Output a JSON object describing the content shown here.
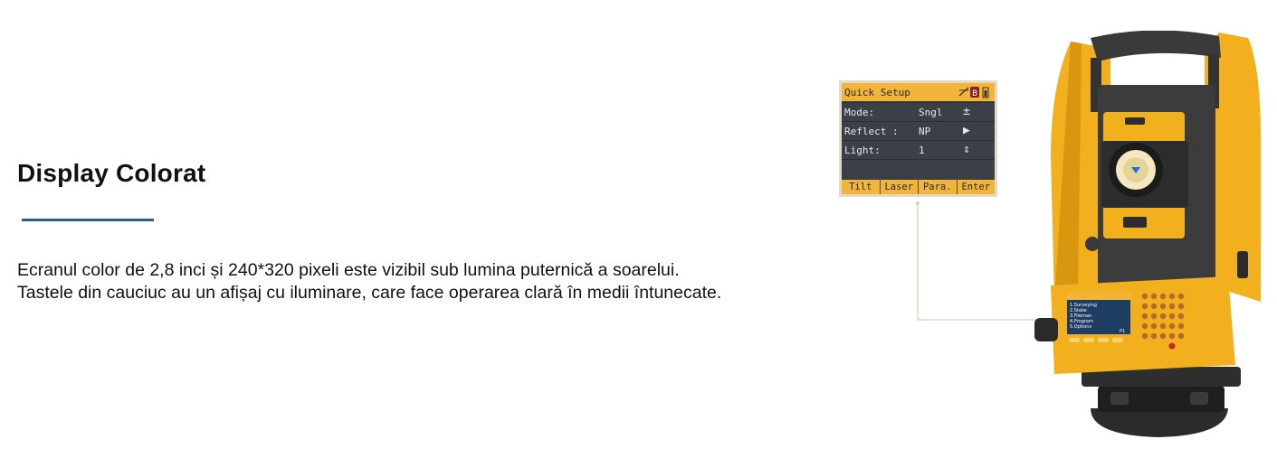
{
  "heading": "Display Colorat",
  "description": [
    "Ecranul color de 2,8 inci și 240*320 pixeli este vizibil sub lumina puternică a soarelui.",
    "Tastele din cauciuc au un afișaj cu iluminare, care face operarea clară în medii întunecate."
  ],
  "screen": {
    "title": "Quick Setup",
    "rows": [
      {
        "label": "Mode:",
        "value": "Sngl",
        "symbol": "±"
      },
      {
        "label": "Reflect :",
        "value": "NP",
        "symbol": "▶"
      },
      {
        "label": "Light:",
        "value": "1",
        "symbol": "⇕"
      }
    ],
    "softkeys": [
      "Tilt",
      "Laser",
      "Para.",
      "Enter"
    ],
    "status_icons": [
      "tilt-icon",
      "laser-icon",
      "battery-icon"
    ]
  },
  "instrument_screen": {
    "menu": [
      "1.Surveying",
      "2.Stake",
      "3.Fileman",
      "4.Program",
      "5.Options"
    ],
    "page": "P1"
  },
  "colors": {
    "accent_rule": "#2f5f8f",
    "instrument_yellow": "#f2b01e",
    "screen_header": "#f3b43a",
    "leader_line": "#e2c9b2"
  }
}
